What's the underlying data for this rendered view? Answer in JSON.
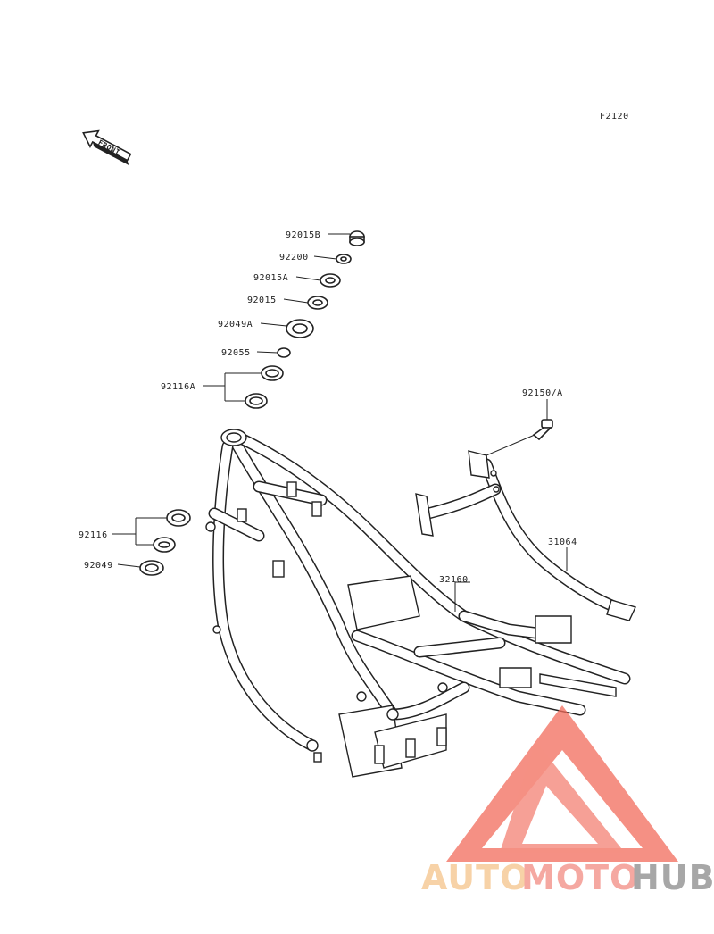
{
  "figure_code": "F2120",
  "front_arrow": {
    "label": "FRONT",
    "icon": "front-direction-arrow-icon"
  },
  "callouts": [
    {
      "id": "92015B"
    },
    {
      "id": "92200"
    },
    {
      "id": "92015A"
    },
    {
      "id": "92015"
    },
    {
      "id": "92049A"
    },
    {
      "id": "92055"
    },
    {
      "id": "92116A"
    },
    {
      "id": "92150/A"
    },
    {
      "id": "31064"
    },
    {
      "id": "32160"
    },
    {
      "id": "92116"
    },
    {
      "id": "92049"
    }
  ],
  "watermark": {
    "part1": "AUTO",
    "part2": "MOTO",
    "part3": "HUB",
    "colors": {
      "auto": "#f5c48a",
      "moto": "#f28b82",
      "hub": "#8a8a8a",
      "logo": "#f26b5b"
    }
  }
}
